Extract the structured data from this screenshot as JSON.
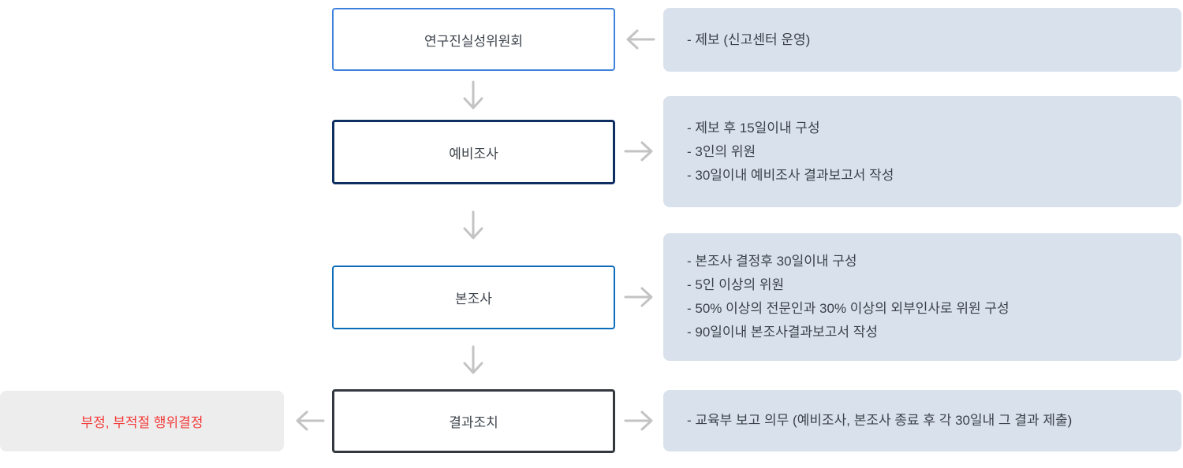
{
  "colors": {
    "panel_bg": "#d9e2ec",
    "result_panel_bg": "#ededee",
    "arrow": "#c3c3c3",
    "text": "#3a414a",
    "result_text": "#f23b38",
    "committee_border": "#3f82dc",
    "preliminary_border": "#0f2f63",
    "main_border": "#0d6cba",
    "action_border": "#33383e"
  },
  "flow": {
    "steps": [
      {
        "label": "연구진실성위원회",
        "notes": [
          "- 제보 (신고센터 운영)"
        ]
      },
      {
        "label": "예비조사",
        "notes": [
          "- 제보 후 15일이내 구성",
          "- 3인의 위원",
          "- 30일이내 예비조사 결과보고서 작성"
        ]
      },
      {
        "label": "본조사",
        "notes": [
          "- 본조사 결정후 30일이내 구성",
          "- 5인 이상의 위원",
          "- 50% 이상의 전문인과 30% 이상의 외부인사로 위원 구성",
          "- 90일이내 본조사결과보고서 작성"
        ]
      },
      {
        "label": "결과조치",
        "notes": [
          "- 교육부 보고 의무 (예비조사, 본조사 종료 후 각 30일내 그 결과 제출)"
        ]
      }
    ],
    "result": {
      "label": "부정, 부적절 행위결정"
    }
  }
}
